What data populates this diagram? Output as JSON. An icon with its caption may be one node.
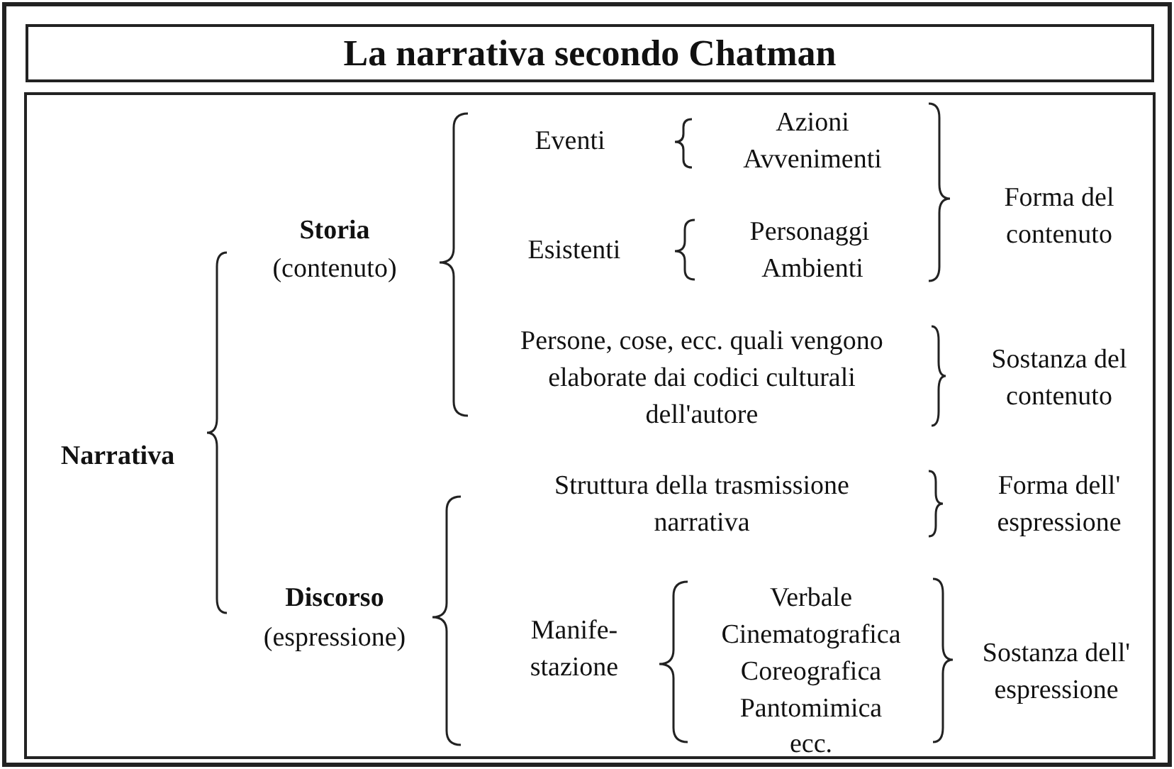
{
  "diagram": {
    "title": "La narrativa secondo Chatman",
    "labels": [
      "Azioni",
      "Eventi",
      "Avvenimenti",
      "Forma del contenuto",
      "Storia",
      "Personaggi",
      "Esistenti",
      "(contenuto)",
      "Ambienti",
      "Persone, cose, ecc. quali vengono elaborate dai codici culturali dell'autore",
      "Sostanza del contenuto",
      "Narrativa",
      "Struttura della trasmissione narrativa",
      "Forma dell' espressione",
      "Discorso",
      "Verbale",
      "(espressione)",
      "Manife- stazione",
      "Cinematografica",
      "Coreografica",
      "Sostanza dell' espressione",
      "Pantomimica",
      "ecc."
    ]
  }
}
